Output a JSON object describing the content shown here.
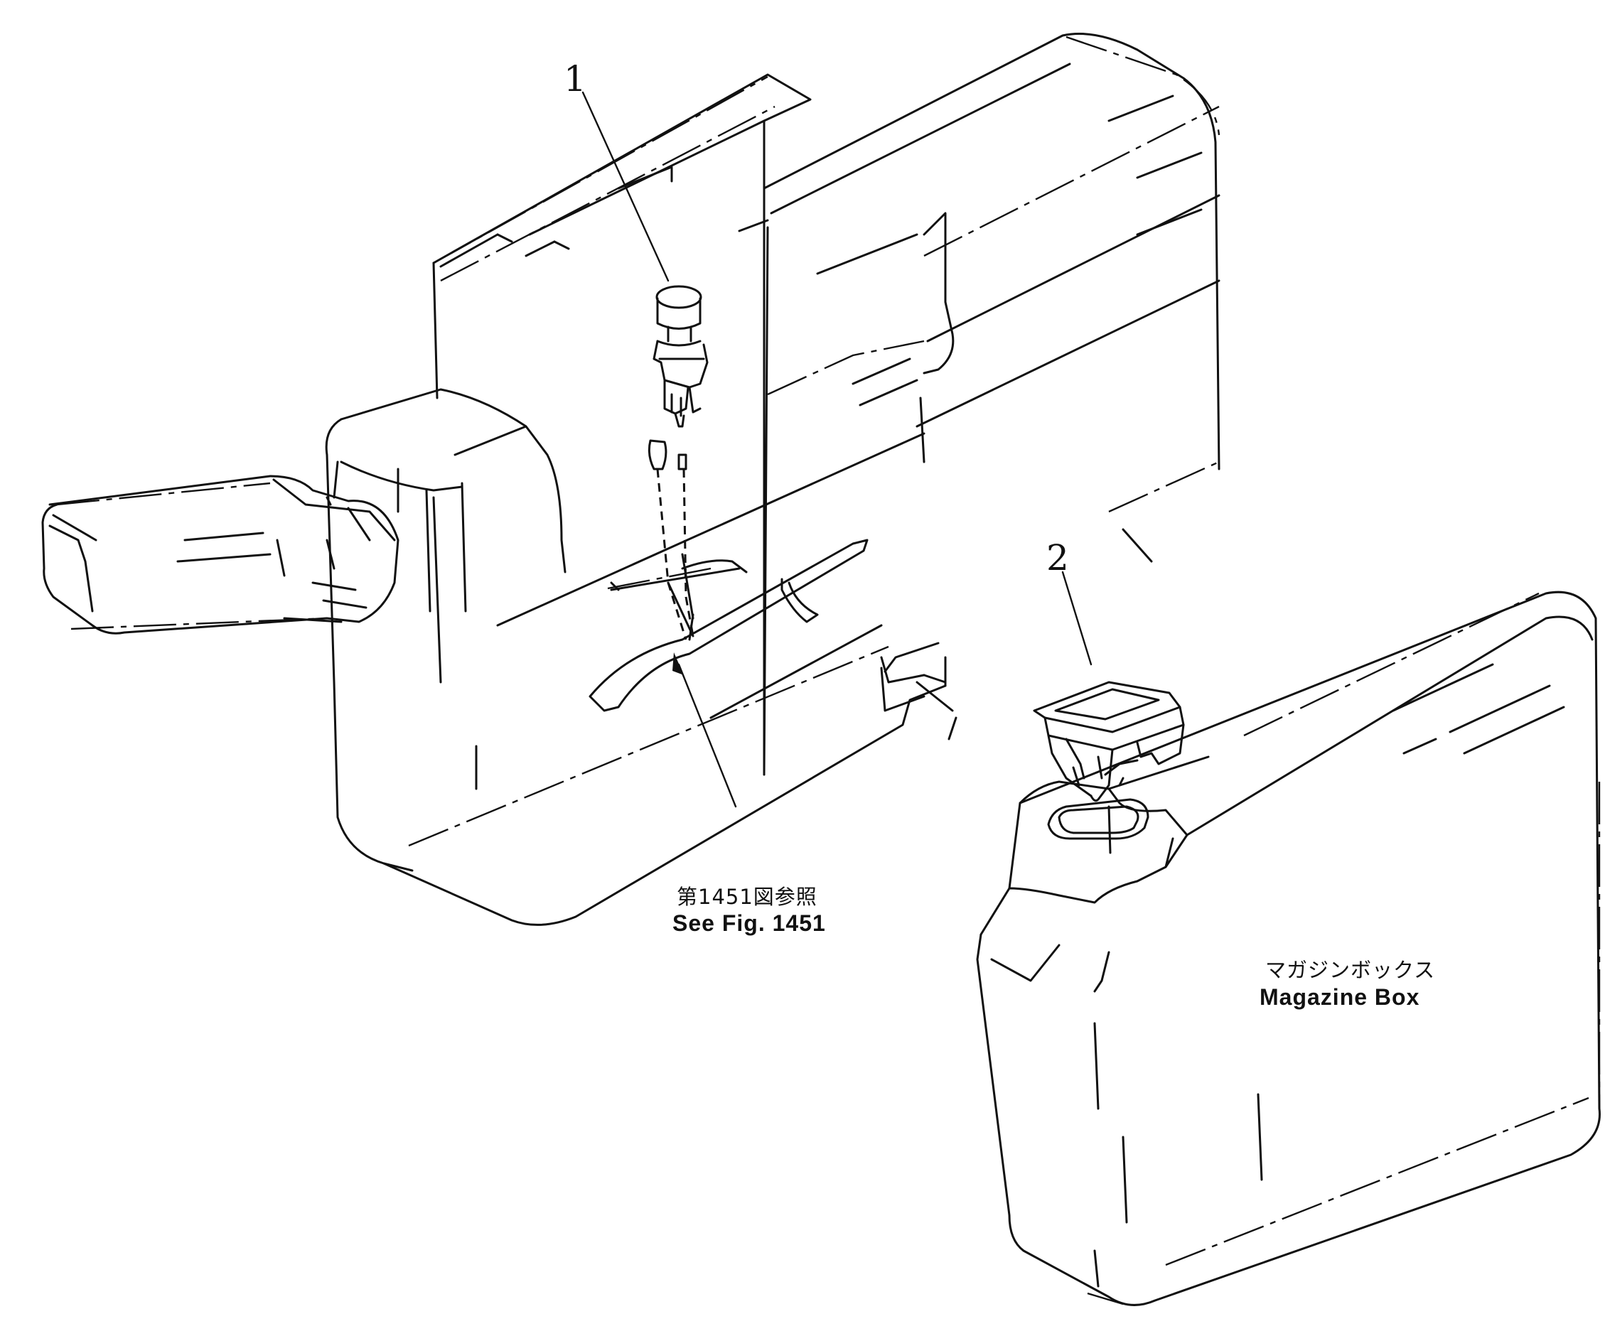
{
  "callouts": [
    {
      "number": "1"
    },
    {
      "number": "2"
    }
  ],
  "notes": {
    "see_fig_jp": "第1451図参照",
    "see_fig_en": "See  Fig.  1451",
    "magazine_box_jp": "マガジンボックス",
    "magazine_box_en": "Magazine  Box"
  },
  "colors": {
    "ink": "#111111",
    "paper": "#ffffff"
  }
}
